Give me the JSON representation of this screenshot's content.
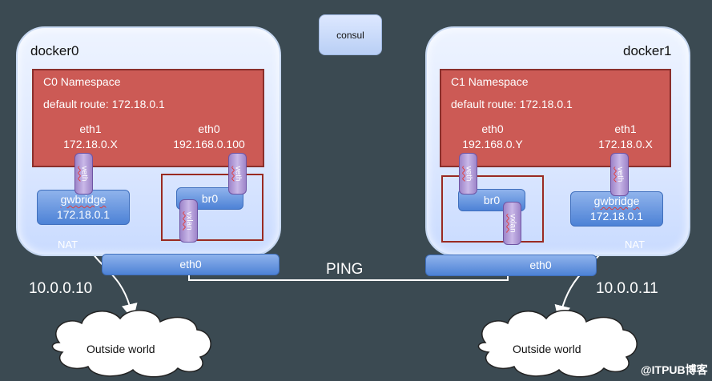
{
  "consul": {
    "label": "consul"
  },
  "hosts": [
    {
      "name": "docker0",
      "namespace": {
        "title": "C0 Namespace",
        "route": "default route: 172.18.0.1"
      },
      "if_left": {
        "name": "eth1",
        "ip": "172.18.0.X"
      },
      "if_right": {
        "name": "eth0",
        "ip": "192.168.0.100"
      },
      "gwbridge": {
        "label": "gwbridge",
        "ip": "172.18.0.1"
      },
      "bridge": "br0",
      "eth": "eth0",
      "veth": [
        "veth",
        "veth"
      ],
      "vxlan": "vxlan",
      "nat": "NAT",
      "ip": "10.0.0.10",
      "world": "Outside world"
    },
    {
      "name": "docker1",
      "namespace": {
        "title": "C1 Namespace",
        "route": "default route: 172.18.0.1"
      },
      "if_left": {
        "name": "eth0",
        "ip": "192.168.0.Y"
      },
      "if_right": {
        "name": "eth1",
        "ip": "172.18.0.X"
      },
      "gwbridge": {
        "label": "gwbridge",
        "ip": "172.18.0.1"
      },
      "bridge": "br0",
      "eth": "eth0",
      "veth": [
        "veth",
        "veth"
      ],
      "vxlan": "vxlan",
      "nat": "NAT",
      "ip": "10.0.0.11",
      "world": "Outside world"
    }
  ],
  "ping": "PING",
  "watermark": "@ITPUB博客",
  "colors": {
    "background": "#3b4a52",
    "namespace": "#cc5a55",
    "interface_box": "#4d82d6",
    "veth_pipe": "#9d84c9",
    "tunnel_border": "#9a2a22"
  }
}
